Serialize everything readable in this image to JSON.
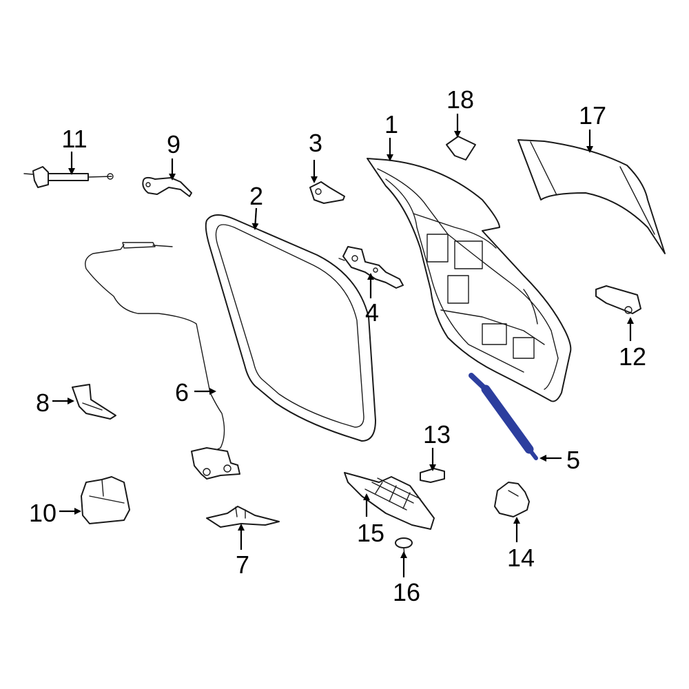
{
  "diagram": {
    "highlight_color": "#2c3e9e",
    "line_color": "#1a1a1a",
    "callouts": [
      {
        "id": "c1",
        "label": "1"
      },
      {
        "id": "c2",
        "label": "2"
      },
      {
        "id": "c3",
        "label": "3"
      },
      {
        "id": "c4",
        "label": "4"
      },
      {
        "id": "c5",
        "label": "5"
      },
      {
        "id": "c6",
        "label": "6"
      },
      {
        "id": "c7",
        "label": "7"
      },
      {
        "id": "c8",
        "label": "8"
      },
      {
        "id": "c9",
        "label": "9"
      },
      {
        "id": "c10",
        "label": "10"
      },
      {
        "id": "c11",
        "label": "11"
      },
      {
        "id": "c12",
        "label": "12"
      },
      {
        "id": "c13",
        "label": "13"
      },
      {
        "id": "c14",
        "label": "14"
      },
      {
        "id": "c15",
        "label": "15"
      },
      {
        "id": "c16",
        "label": "16"
      },
      {
        "id": "c17",
        "label": "17"
      },
      {
        "id": "c18",
        "label": "18"
      }
    ]
  }
}
